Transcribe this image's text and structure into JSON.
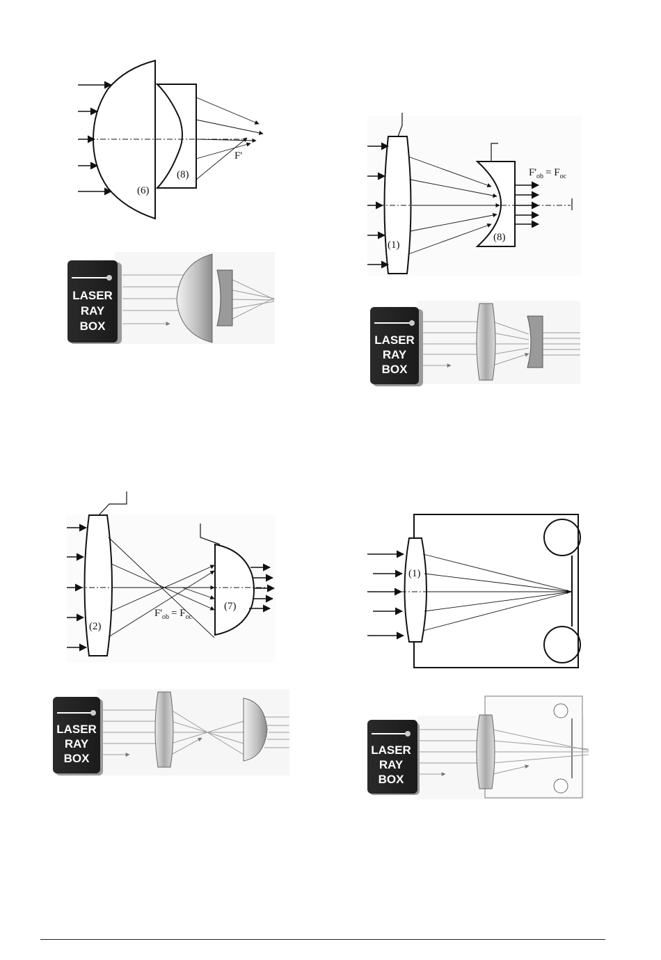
{
  "laser_box": {
    "line1": "LASER",
    "line2": "RAY",
    "line3": "BOX"
  },
  "panels": {
    "top_left": {
      "lens_a": "(6)",
      "lens_b": "(8)",
      "focus": "F'"
    },
    "top_right": {
      "lens_a": "(1)",
      "lens_b": "(8)",
      "focal_lhs": "F'",
      "focal_lhs_sub": "ob",
      "focal_eq": "= F",
      "focal_rhs_sub": "oc"
    },
    "bottom_left": {
      "lens_a": "(2)",
      "lens_b": "(7)",
      "focal_lhs": "F'",
      "focal_lhs_sub": "ob",
      "focal_eq": "= F",
      "focal_rhs_sub": "oc"
    },
    "bottom_right": {
      "lens_a": "(1)"
    }
  }
}
